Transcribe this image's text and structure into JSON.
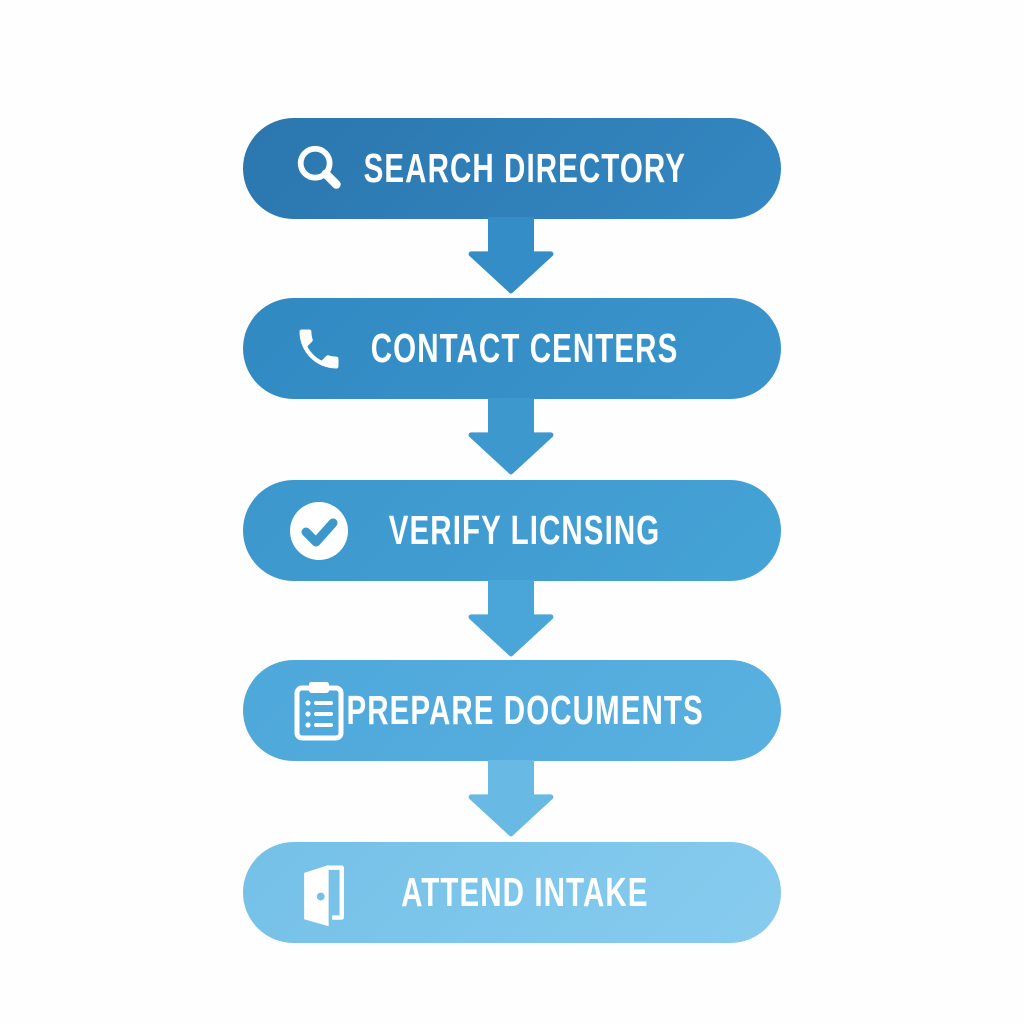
{
  "diagram": {
    "type": "vertical-flowchart",
    "background": "#FEFEFE",
    "text_color": "#FFFFFF",
    "steps": [
      {
        "label": "SEARCH DIRECTORY",
        "icon": "search-icon",
        "color_start": "#2B76AE",
        "color_end": "#3488C2"
      },
      {
        "label": "CONTACT CENTERS",
        "icon": "phone-icon",
        "color_start": "#3189C2",
        "color_end": "#3B95CC"
      },
      {
        "label": "VERIFY LICNSING",
        "icon": "check-circle-icon",
        "color_start": "#3C97CC",
        "color_end": "#46A3D6"
      },
      {
        "label": "PREPARE DOCUMENTS",
        "icon": "clipboard-icon",
        "color_start": "#4EA7DA",
        "color_end": "#59B1E0"
      },
      {
        "label": "ATTEND INTAKE",
        "icon": "door-icon",
        "color_start": "#74C0E7",
        "color_end": "#87CCEF"
      }
    ],
    "arrows": [
      {
        "color": "#358DC7"
      },
      {
        "color": "#3D98CE"
      },
      {
        "color": "#4AA5D8"
      },
      {
        "color": "#68BAE4"
      }
    ]
  }
}
